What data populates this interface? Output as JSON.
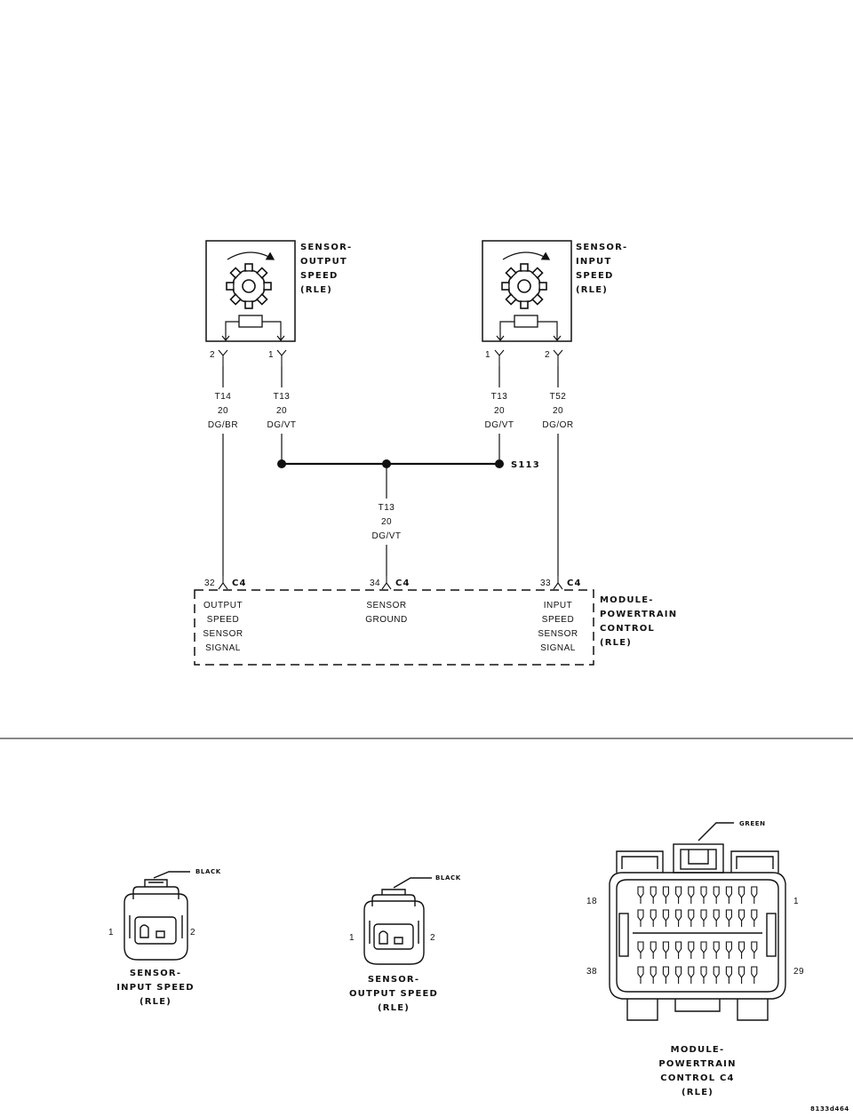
{
  "sensors": {
    "output": {
      "title": [
        "SENSOR-",
        "OUTPUT",
        "SPEED",
        "(RLE)"
      ],
      "pin_left": "2",
      "pin_right": "1"
    },
    "input": {
      "title": [
        "SENSOR-",
        "INPUT",
        "SPEED",
        "(RLE)"
      ],
      "pin_left": "1",
      "pin_right": "2"
    }
  },
  "wires": {
    "w1": [
      "T14",
      "20",
      "DG/BR"
    ],
    "w2": [
      "T13",
      "20",
      "DG/VT"
    ],
    "w3": [
      "T13",
      "20",
      "DG/VT"
    ],
    "w4": [
      "T52",
      "20",
      "DG/OR"
    ],
    "w5": [
      "T13",
      "20",
      "DG/VT"
    ]
  },
  "splice": "S113",
  "module": {
    "title": [
      "MODULE-",
      "POWERTRAIN",
      "CONTROL",
      "(RLE)"
    ],
    "connector": "C4",
    "pins": [
      {
        "num": "32",
        "label": [
          "OUTPUT",
          "SPEED",
          "SENSOR",
          "SIGNAL"
        ]
      },
      {
        "num": "34",
        "label": [
          "SENSOR",
          "GROUND"
        ]
      },
      {
        "num": "33",
        "label": [
          "INPUT",
          "SPEED",
          "SENSOR",
          "SIGNAL"
        ]
      }
    ]
  },
  "connector_views": {
    "input_sensor": {
      "color": "BLACK",
      "pin1": "1",
      "pin2": "2",
      "title": [
        "SENSOR-",
        "INPUT SPEED",
        "(RLE)"
      ]
    },
    "output_sensor": {
      "color": "BLACK",
      "pin1": "1",
      "pin2": "2",
      "title": [
        "SENSOR-",
        "OUTPUT SPEED",
        "(RLE)"
      ]
    },
    "pcm_c4": {
      "color": "GREEN",
      "labels": {
        "top_left": "18",
        "top_right": "1",
        "bottom_left": "38",
        "bottom_right": "29"
      },
      "title": [
        "MODULE-",
        "POWERTRAIN",
        "CONTROL C4",
        "(RLE)"
      ]
    }
  },
  "figure_id": "8133d464"
}
